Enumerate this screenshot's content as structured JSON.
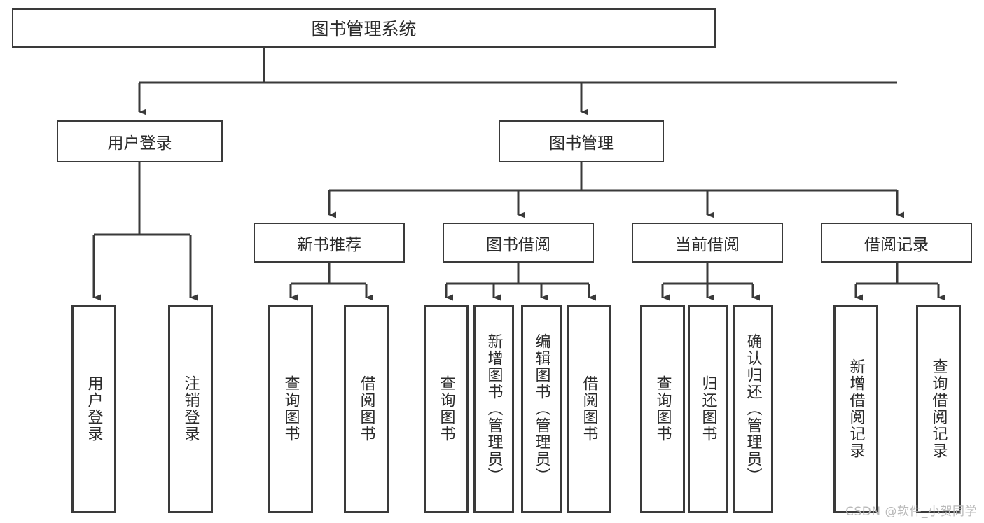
{
  "diagram": {
    "title": "图书管理系统",
    "type": "hierarchy-tree",
    "watermark": "CSDN @软件_小贺同学",
    "colors": {
      "box_border": "#3a3a3a",
      "box_fill": "#ffffff",
      "edge": "#3a3a3a",
      "text": "#2b2b2b",
      "watermark": "#b9b9b9"
    },
    "nodes": {
      "root": {
        "label": "图书管理系统"
      },
      "level2": [
        {
          "label": "用户登录"
        },
        {
          "label": "图书管理"
        }
      ],
      "level3": [
        {
          "label": "新书推荐"
        },
        {
          "label": "图书借阅"
        },
        {
          "label": "当前借阅"
        },
        {
          "label": "借阅记录"
        }
      ],
      "leaves": {
        "user_login": [
          {
            "label": "用户登录"
          },
          {
            "label": "注销登录"
          }
        ],
        "new_book_recommend": [
          {
            "label": "查询图书"
          },
          {
            "label": "借阅图书"
          }
        ],
        "book_borrow": [
          {
            "label": "查询图书"
          },
          {
            "label": "新增图书（管理员）"
          },
          {
            "label": "编辑图书（管理员）"
          },
          {
            "label": "借阅图书"
          }
        ],
        "current_borrow": [
          {
            "label": "查询图书"
          },
          {
            "label": "归还图书"
          },
          {
            "label": "确认归还（管理员）"
          }
        ],
        "borrow_record": [
          {
            "label": "新增借阅记录"
          },
          {
            "label": "查询借阅记录"
          }
        ]
      }
    }
  }
}
